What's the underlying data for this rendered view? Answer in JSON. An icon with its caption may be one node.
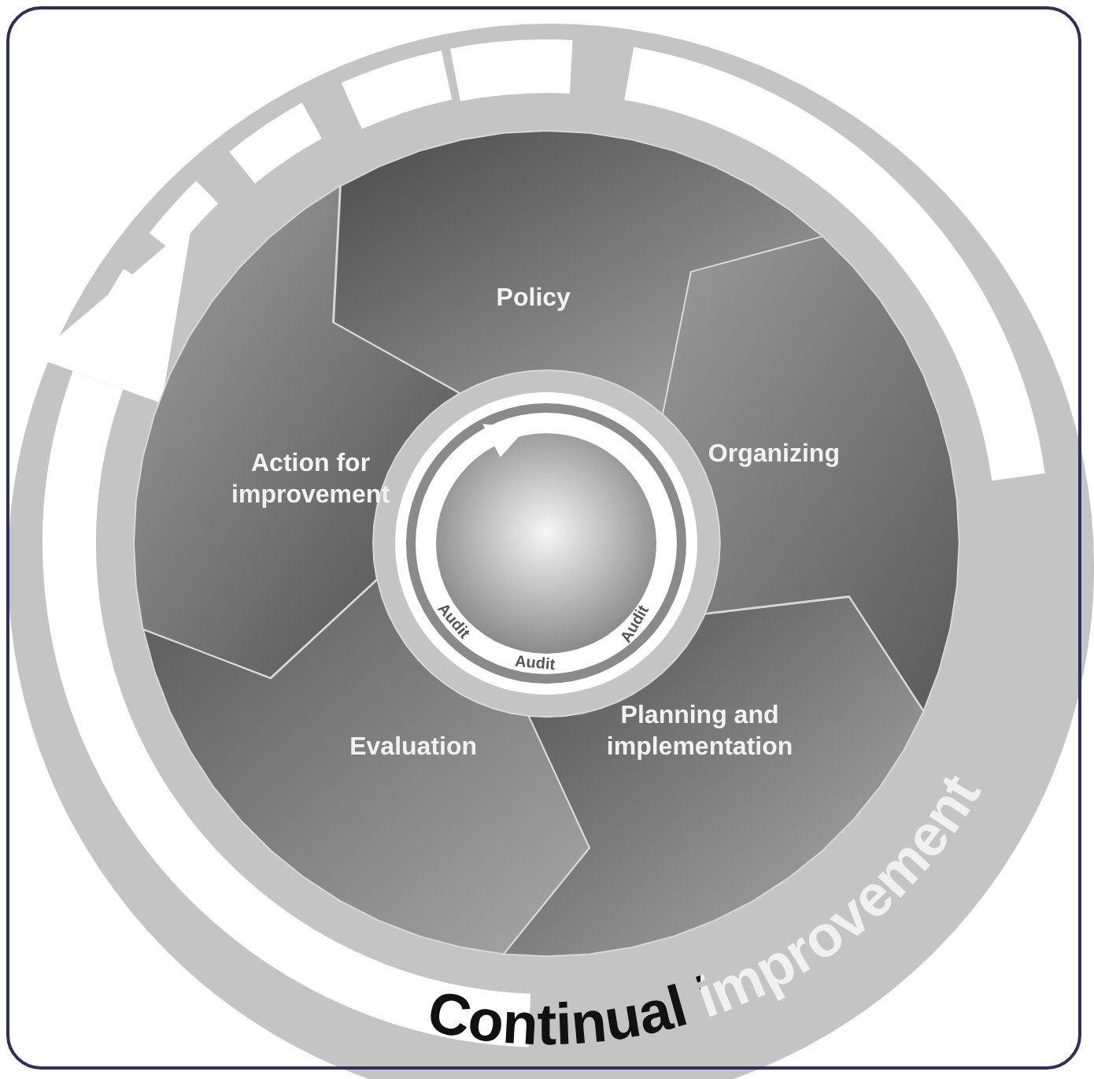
{
  "diagram": {
    "nodes": [
      {
        "text": [
          "Policy"
        ]
      },
      {
        "text": [
          "Organizing"
        ]
      },
      {
        "text": [
          "Planning and implementation"
        ]
      },
      {
        "text": [
          "Evaluation"
        ]
      },
      {
        "text": [
          "Action for improvement"
        ]
      }
    ],
    "labels": [
      "Audit",
      "Audit",
      "Audit",
      "Continual improvement"
    ]
  }
}
